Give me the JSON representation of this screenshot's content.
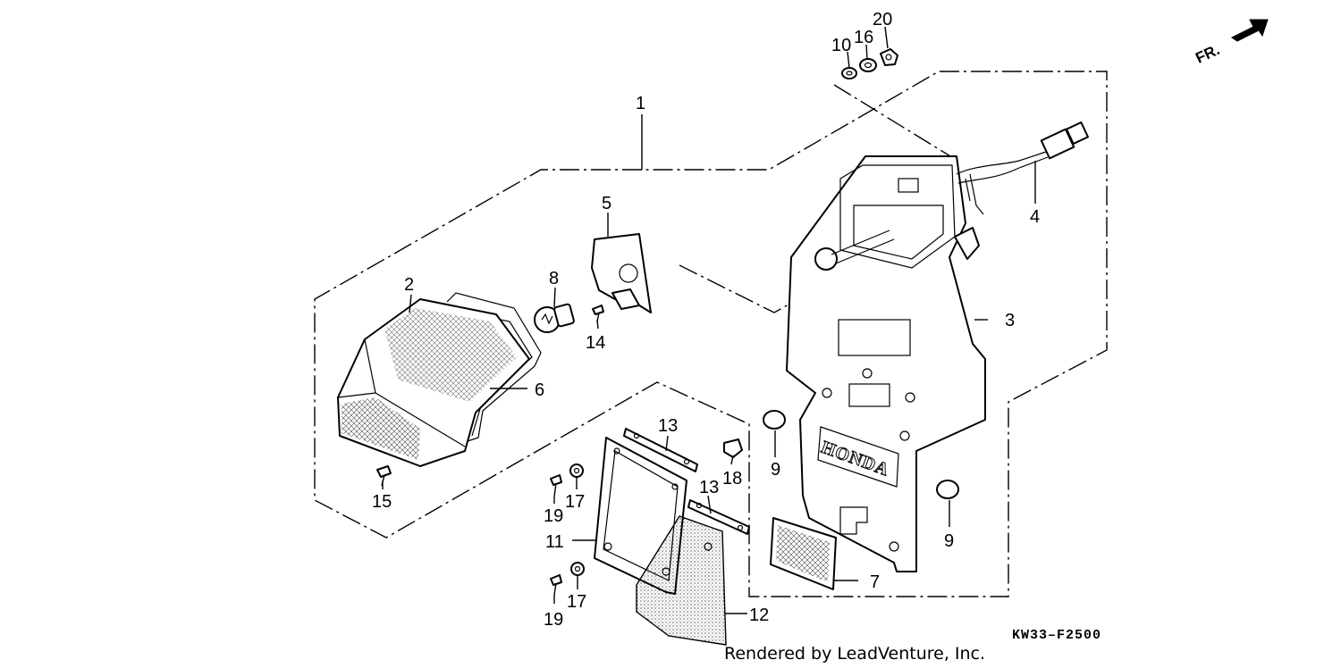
{
  "diagram": {
    "part_labels": {
      "p1": "1",
      "p2": "2",
      "p3": "3",
      "p4": "4",
      "p5": "5",
      "p6": "6",
      "p7": "7",
      "p8": "8",
      "p9a": "9",
      "p9b": "9",
      "p10": "10",
      "p11": "11",
      "p12": "12",
      "p13a": "13",
      "p13b": "13",
      "p14": "14",
      "p15": "15",
      "p16": "16",
      "p17a": "17",
      "p17b": "17",
      "p18": "18",
      "p19a": "19",
      "p19b": "19",
      "p20": "20"
    },
    "logo_text": "HONDA",
    "direction_label": "FR.",
    "drawing_code": "KW33–F2500",
    "credit": "Rendered by LeadVenture, Inc."
  }
}
